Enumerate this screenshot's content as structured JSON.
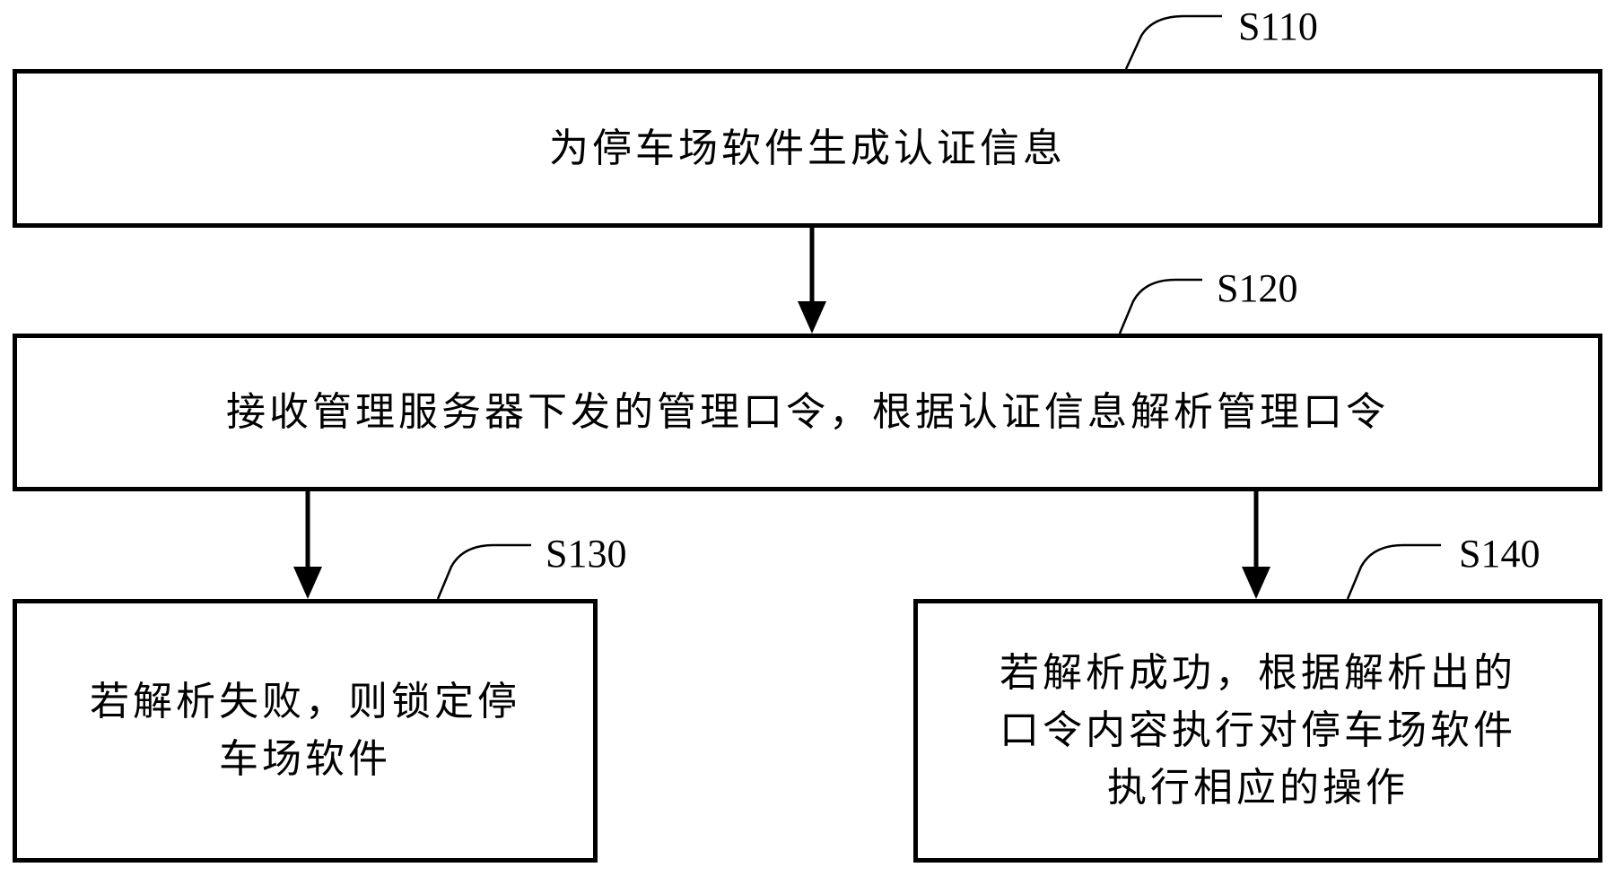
{
  "diagram": {
    "type": "flowchart",
    "colors": {
      "stroke": "#000000",
      "background": "#ffffff",
      "text": "#000000"
    },
    "steps": [
      {
        "id": "S110",
        "label": "S110",
        "text": "为停车场软件生成认证信息"
      },
      {
        "id": "S120",
        "label": "S120",
        "text": "接收管理服务器下发的管理口令，根据认证信息解析管理口令"
      },
      {
        "id": "S130",
        "label": "S130",
        "lines": [
          "若解析失败，则锁定停",
          "车场软件"
        ]
      },
      {
        "id": "S140",
        "label": "S140",
        "lines": [
          "若解析成功，根据解析出的",
          "口令内容执行对停车场软件",
          "执行相应的操作"
        ]
      }
    ],
    "edges": [
      {
        "from": "S110",
        "to": "S120"
      },
      {
        "from": "S120",
        "to": "S130"
      },
      {
        "from": "S120",
        "to": "S140"
      }
    ]
  }
}
